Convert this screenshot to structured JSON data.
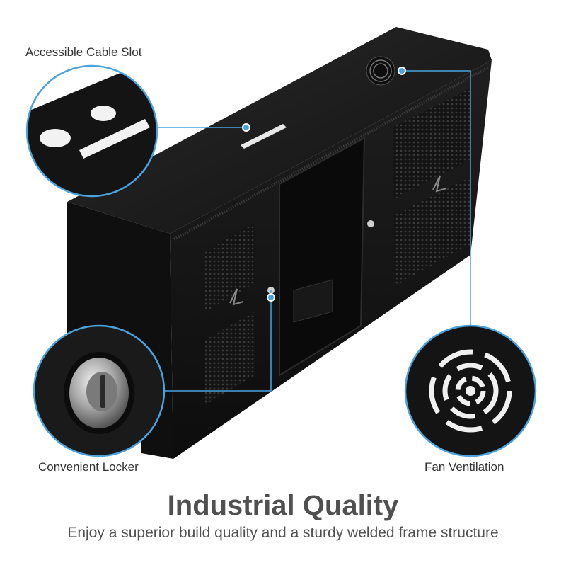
{
  "callouts": {
    "cable_slot": "Accessible Cable Slot",
    "locker": "Convenient Locker",
    "fan": "Fan Ventilation"
  },
  "headline": "Industrial Quality",
  "subheadline": "Enjoy a superior build quality and a sturdy welded frame structure",
  "colors": {
    "accent": "#4aa3df",
    "cabinet": "#1a1a1a",
    "text": "#505050"
  }
}
